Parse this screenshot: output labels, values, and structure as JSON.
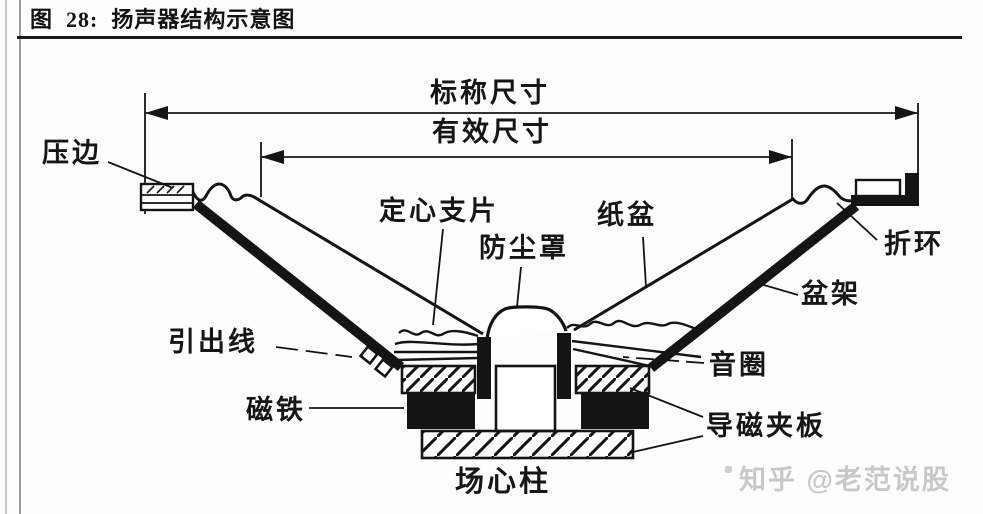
{
  "page": {
    "title": "图  28:  扬声器结构示意图",
    "watermark": "知乎 @老范说股"
  },
  "figure": {
    "type": "speaker-cross-section-diagram",
    "dimension_labels": [
      {
        "id": "nominal-size",
        "label": "标称尺寸"
      },
      {
        "id": "effective-size",
        "label": "有效尺寸"
      }
    ],
    "part_labels": [
      {
        "id": "clamp-edge",
        "label": "压边"
      },
      {
        "id": "spider",
        "label": "定心支片"
      },
      {
        "id": "dust-cap",
        "label": "防尘罩"
      },
      {
        "id": "paper-cone",
        "label": "纸盆"
      },
      {
        "id": "surround",
        "label": "折环"
      },
      {
        "id": "basket-frame",
        "label": "盆架"
      },
      {
        "id": "lead-wire",
        "label": "引出线"
      },
      {
        "id": "voice-coil",
        "label": "音圈"
      },
      {
        "id": "magnet",
        "label": "磁铁"
      },
      {
        "id": "pole-plate",
        "label": "导磁夹板"
      },
      {
        "id": "center-pole",
        "label": "场心柱"
      }
    ],
    "colors": {
      "ink": "#141414",
      "title_rule": "#1a1a1a",
      "watermark": "#c8c8c8"
    }
  }
}
